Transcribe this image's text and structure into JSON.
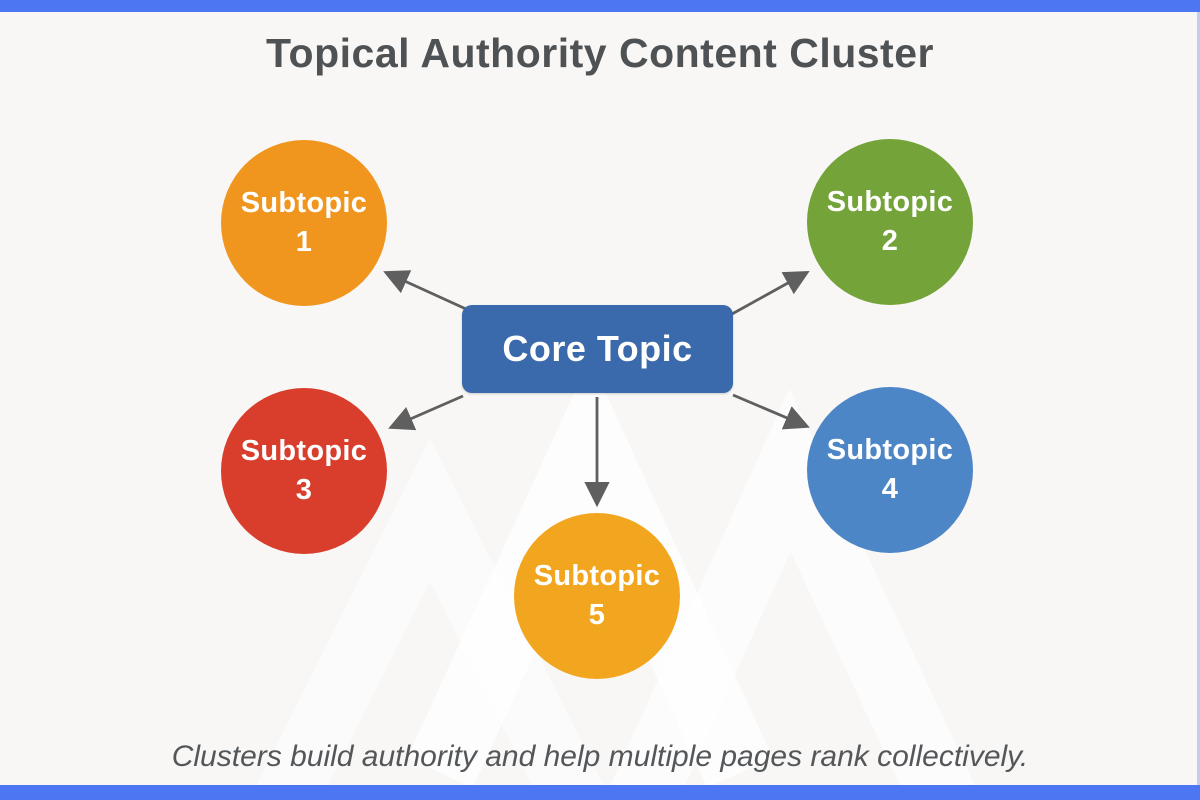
{
  "page": {
    "title": "Topical Authority Content Cluster",
    "caption": "Clusters build authority and help multiple pages rank collectively."
  },
  "colors": {
    "frame_border": "#4d76f2",
    "background": "#f8f7f5",
    "arrow": "#5f5f5f",
    "title_text": "#4f5254",
    "caption_text": "#54575a",
    "node_text": "#ffffff"
  },
  "diagram": {
    "core": {
      "label": "Core Topic",
      "color": "#3a6aab"
    },
    "subtopics": [
      {
        "label": "Subtopic",
        "number": "1",
        "color": "#f0961f",
        "position": "top-left"
      },
      {
        "label": "Subtopic",
        "number": "2",
        "color": "#73a339",
        "position": "top-right"
      },
      {
        "label": "Subtopic",
        "number": "3",
        "color": "#d93d2c",
        "position": "bottom-left"
      },
      {
        "label": "Subtopic",
        "number": "4",
        "color": "#4d86c6",
        "position": "bottom-right"
      },
      {
        "label": "Subtopic",
        "number": "5",
        "color": "#f2a61f",
        "position": "bottom-center"
      }
    ]
  }
}
